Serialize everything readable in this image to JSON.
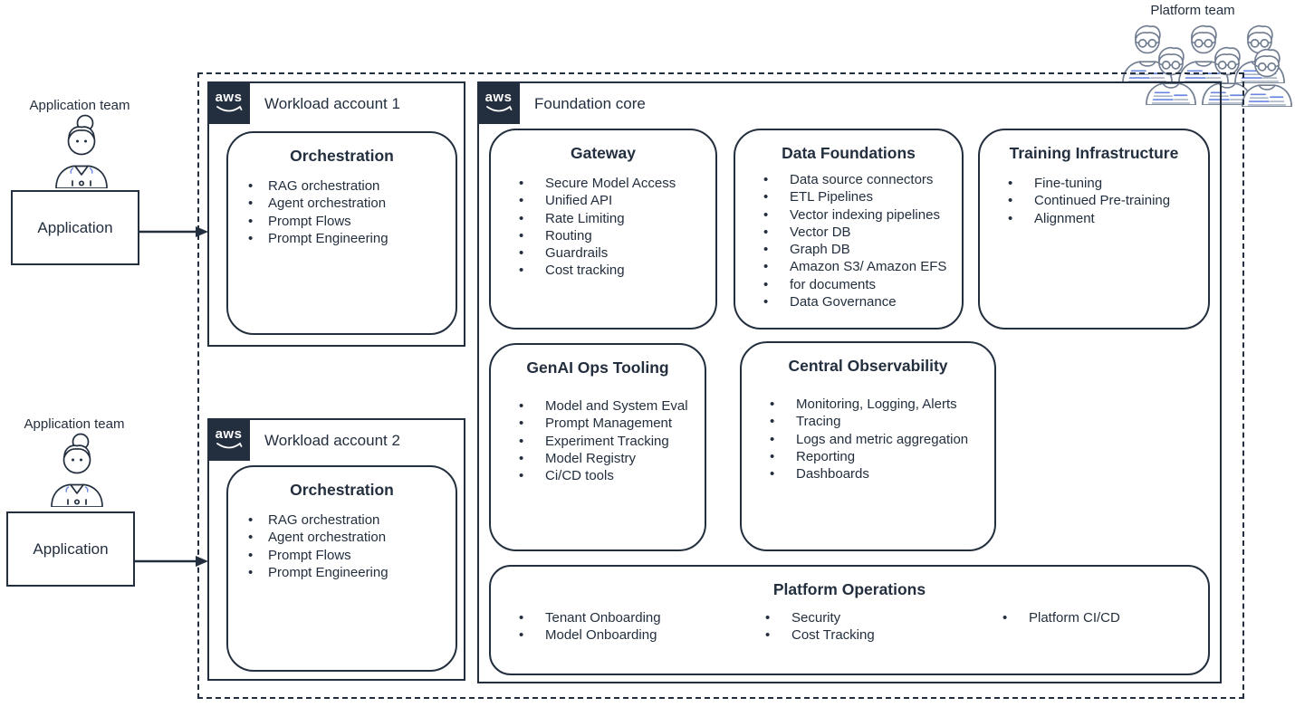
{
  "colors": {
    "ink": "#232f3e",
    "people_stroke": "#717d91",
    "accent_blue": "#6b86e0"
  },
  "platform_team": {
    "label": "Platform team"
  },
  "app_teams": [
    {
      "team_label": "Application team",
      "box_label": "Application"
    },
    {
      "team_label": "Application team",
      "box_label": "Application"
    }
  ],
  "workload_accounts": [
    {
      "logo": "aws",
      "title": "Workload account 1",
      "card": {
        "title": "Orchestration",
        "items": [
          "RAG orchestration",
          "Agent orchestration",
          "Prompt Flows",
          "Prompt Engineering"
        ]
      }
    },
    {
      "logo": "aws",
      "title": "Workload account 2",
      "card": {
        "title": "Orchestration",
        "items": [
          "RAG orchestration",
          "Agent orchestration",
          "Prompt Flows",
          "Prompt Engineering"
        ]
      }
    }
  ],
  "foundation_core": {
    "logo": "aws",
    "title": "Foundation core",
    "cards": [
      {
        "title": "Gateway",
        "items": [
          "Secure Model Access",
          "Unified API",
          "Rate Limiting",
          "Routing",
          "Guardrails",
          "Cost tracking"
        ]
      },
      {
        "title": "Data Foundations",
        "items": [
          "Data source connectors",
          "ETL Pipelines",
          "Vector indexing pipelines",
          "Vector DB",
          "Graph DB",
          "Amazon S3/ Amazon EFS",
          "for documents",
          "Data Governance"
        ]
      },
      {
        "title": "Training Infrastructure",
        "items": [
          "Fine-tuning",
          "Continued Pre-training",
          "Alignment"
        ]
      },
      {
        "title": "GenAI Ops Tooling",
        "items": [
          "Model and System Eval",
          "Prompt Management",
          "Experiment Tracking",
          "Model Registry",
          "Ci/CD tools"
        ]
      },
      {
        "title": "Central Observability",
        "items": [
          "Monitoring, Logging, Alerts",
          "Tracing",
          "Logs and metric aggregation",
          "Reporting",
          "Dashboards"
        ]
      }
    ],
    "platform_operations": {
      "title": "Platform Operations",
      "columns": [
        [
          "Tenant Onboarding",
          "Model Onboarding"
        ],
        [
          "Security",
          "Cost Tracking"
        ],
        [
          "Platform CI/CD"
        ]
      ]
    }
  }
}
